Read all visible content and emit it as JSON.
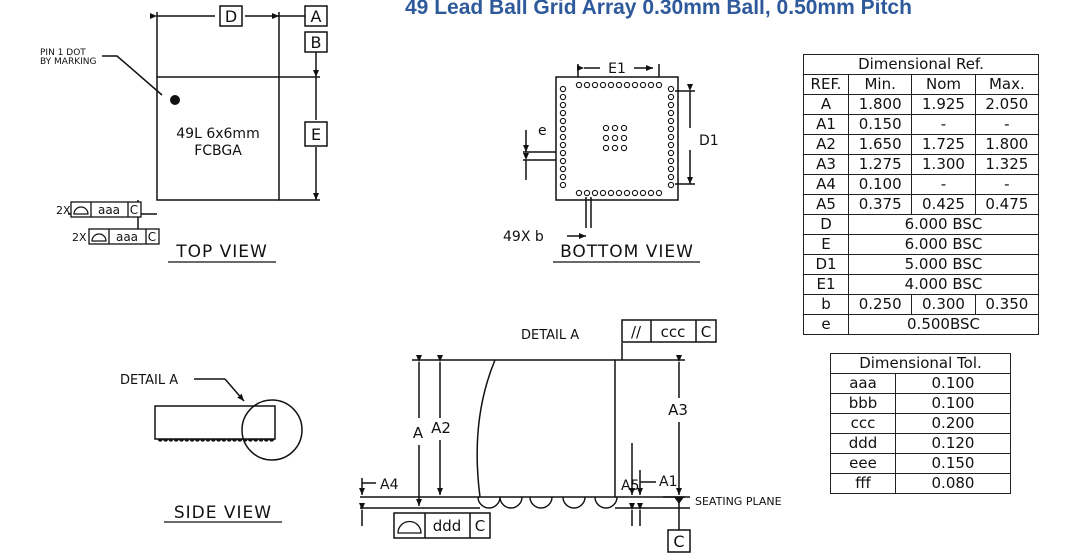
{
  "title": "49 Lead Ball Grid Array 0.30mm Ball, 0.50mm Pitch",
  "top_view": {
    "label": "TOP VIEW",
    "pin1_note_line1": "PIN 1 DOT",
    "pin1_note_line2": "BY MARKING",
    "package_line1": "49L 6x6mm",
    "package_line2": "FCBGA",
    "dim_d": "D",
    "dim_e": "E",
    "datum_a": "A",
    "datum_b": "B",
    "tol1_prefix": "2X",
    "tol1_value": "aaa",
    "tol1_datum": "C",
    "tol2_prefix": "2X",
    "tol2_value": "aaa",
    "tol2_datum": "C"
  },
  "bottom_view": {
    "label": "BOTTOM VIEW",
    "dim_e1": "E1",
    "dim_d1": "D1",
    "dim_e": "e",
    "ball_note": "49X b"
  },
  "side_view": {
    "label": "SIDE VIEW",
    "detail_label": "DETAIL A"
  },
  "detail_a": {
    "label": "DETAIL A",
    "parallel_symbol": "//",
    "tol_value": "ccc",
    "tol_datum": "C",
    "dim_a": "A",
    "dim_a2": "A2",
    "dim_a3": "A3",
    "dim_a4": "A4",
    "dim_a5": "A5",
    "dim_a1": "A1",
    "seating_plane": "SEATING PLANE",
    "datum_c": "C",
    "flatness_value": "ddd",
    "flatness_datum": "C"
  },
  "dimensional_ref": {
    "title": "Dimensional Ref.",
    "headers": [
      "REF.",
      "Min.",
      "Nom",
      "Max."
    ],
    "rows": [
      [
        "A",
        "1.800",
        "1.925",
        "2.050"
      ],
      [
        "A1",
        "0.150",
        "-",
        "-"
      ],
      [
        "A2",
        "1.650",
        "1.725",
        "1.800"
      ],
      [
        "A3",
        "1.275",
        "1.300",
        "1.325"
      ],
      [
        "A4",
        "0.100",
        "-",
        "-"
      ],
      [
        "A5",
        "0.375",
        "0.425",
        "0.475"
      ]
    ],
    "bsc_rows": [
      [
        "D",
        "6.000 BSC"
      ],
      [
        "E",
        "6.000 BSC"
      ],
      [
        "D1",
        "5.000 BSC"
      ],
      [
        "E1",
        "4.000 BSC"
      ]
    ],
    "b_row": [
      "b",
      "0.250",
      "0.300",
      "0.350"
    ],
    "e_row": [
      "e",
      "0.500BSC"
    ]
  },
  "dimensional_tol": {
    "title": "Dimensional Tol.",
    "rows": [
      [
        "aaa",
        "0.100"
      ],
      [
        "bbb",
        "0.100"
      ],
      [
        "ccc",
        "0.200"
      ],
      [
        "ddd",
        "0.120"
      ],
      [
        "eee",
        "0.150"
      ],
      [
        "fff",
        "0.080"
      ]
    ]
  }
}
